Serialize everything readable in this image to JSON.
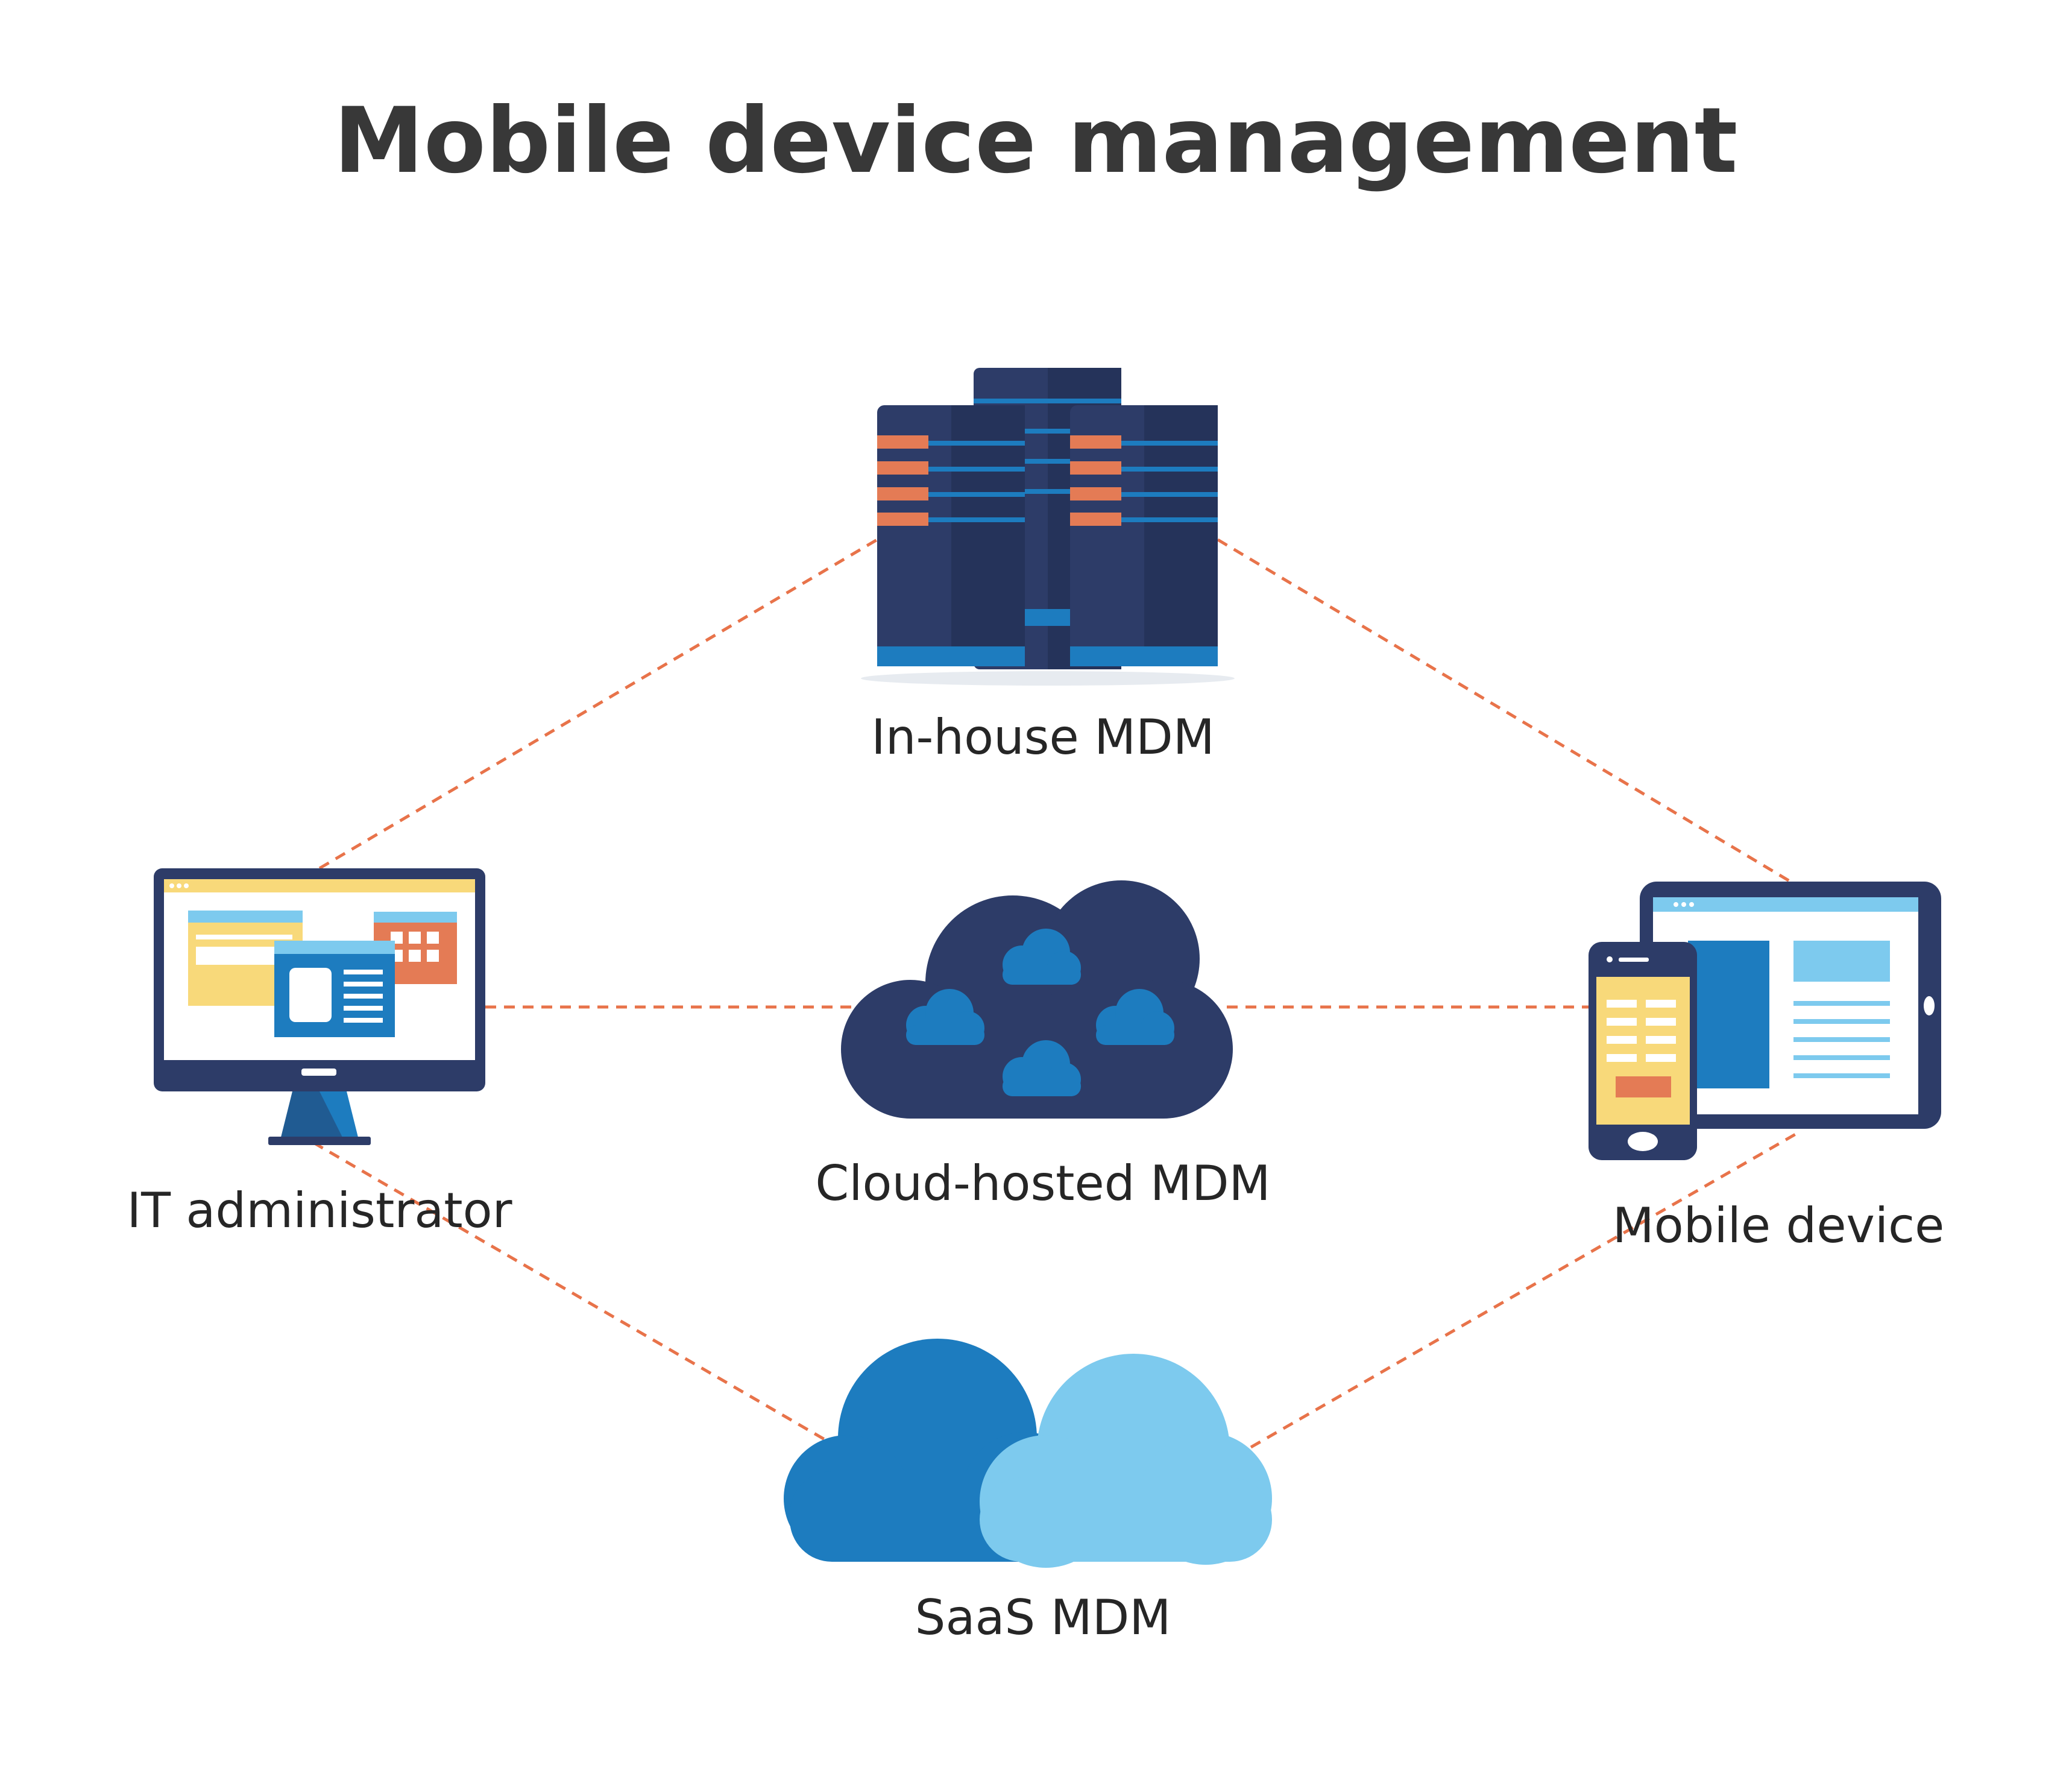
{
  "title": "Mobile device management",
  "nodes": {
    "in_house": {
      "label": "In-house MDM"
    },
    "cloud_hosted": {
      "label": "Cloud-hosted MDM"
    },
    "saas": {
      "label": "SaaS MDM"
    },
    "it_admin": {
      "label": "IT administrator"
    },
    "mobile_device": {
      "label": "Mobile device"
    }
  },
  "connections": [
    {
      "from": "it_admin",
      "to": "in_house"
    },
    {
      "from": "in_house",
      "to": "mobile_device"
    },
    {
      "from": "it_admin",
      "to": "cloud_hosted"
    },
    {
      "from": "cloud_hosted",
      "to": "mobile_device"
    },
    {
      "from": "it_admin",
      "to": "saas"
    },
    {
      "from": "saas",
      "to": "mobile_device"
    }
  ],
  "colors": {
    "connector": "#e8734a",
    "navy": "#2d3c68",
    "navy_dark": "#25335a",
    "blue": "#1d7cbf",
    "light_blue": "#7dcaee",
    "orange": "#e47b55",
    "yellow": "#f8d97a"
  }
}
